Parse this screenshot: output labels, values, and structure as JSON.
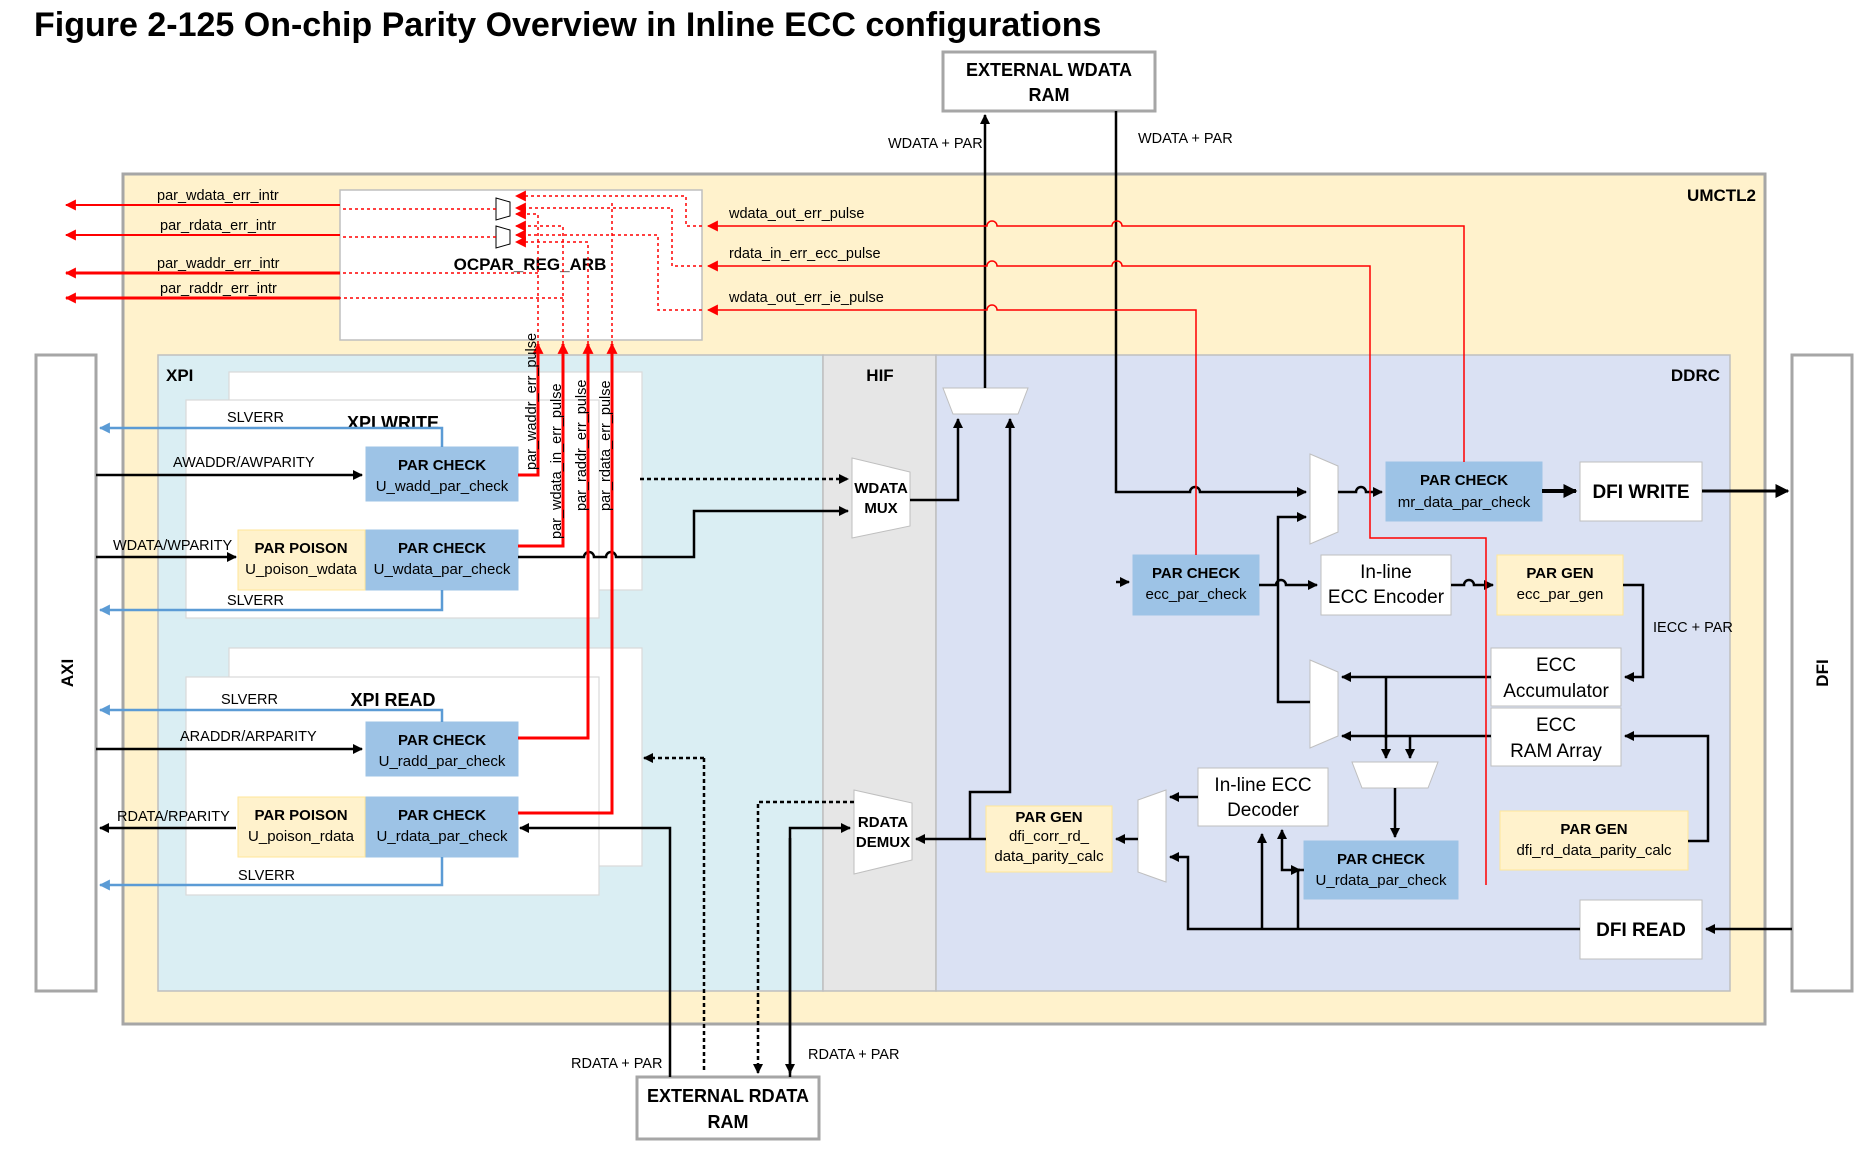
{
  "figure": {
    "title": "Figure 2-125 On-chip Parity Overview in Inline ECC configurations"
  },
  "blocks": {
    "ext_wdata": [
      "EXTERNAL WDATA",
      "RAM"
    ],
    "ext_rdata": [
      "EXTERNAL RDATA",
      "RAM"
    ],
    "umctl2": "UMCTL2",
    "ocpar": "OCPAR_REG_ARB",
    "axi": "AXI",
    "dfi": "DFI",
    "xpi": "XPI",
    "hif": "HIF",
    "ddrc": "DDRC",
    "xpi_write": "XPI WRITE",
    "xpi_read": "XPI READ",
    "par_check_wadd": [
      "PAR CHECK",
      "U_wadd_par_check"
    ],
    "par_check_wdata": [
      "PAR CHECK",
      "U_wdata_par_check"
    ],
    "par_poison_wdata": [
      "PAR POISON",
      "U_poison_wdata"
    ],
    "par_check_radd": [
      "PAR CHECK",
      "U_radd_par_check"
    ],
    "par_check_rdata": [
      "PAR CHECK",
      "U_rdata_par_check"
    ],
    "par_poison_rdata": [
      "PAR POISON",
      "U_poison_rdata"
    ],
    "wdata_mux": [
      "WDATA",
      "MUX"
    ],
    "rdata_demux": [
      "RDATA",
      "DEMUX"
    ],
    "par_check_mr": [
      "PAR CHECK",
      "mr_data_par_check"
    ],
    "dfi_write": "DFI WRITE",
    "dfi_read": "DFI READ",
    "par_check_ecc": [
      "PAR CHECK",
      "ecc_par_check"
    ],
    "ecc_encoder": [
      "In-line",
      "ECC Encoder"
    ],
    "par_gen_ecc": [
      "PAR GEN",
      "ecc_par_gen"
    ],
    "ecc_accum": [
      "ECC",
      "Accumulator"
    ],
    "ecc_ram": [
      "ECC",
      "RAM Array"
    ],
    "ecc_decoder": [
      "In-line ECC",
      "Decoder"
    ],
    "par_check_ddrc_rdata": [
      "PAR CHECK",
      "U_rdata_par_check"
    ],
    "par_gen_dfi_rd": [
      "PAR GEN",
      "dfi_rd_data_parity_calc"
    ],
    "par_gen_corr": [
      "PAR GEN",
      "dfi_corr_rd_",
      "data_parity_calc"
    ]
  },
  "signals": {
    "par_wdata_err_intr": "par_wdata_err_intr",
    "par_rdata_err_intr": "par_rdata_err_intr",
    "par_waddr_err_intr": "par_waddr_err_intr",
    "par_raddr_err_intr": "par_raddr_err_intr",
    "wdata_out_err_pulse": "wdata_out_err_pulse",
    "rdata_in_err_ecc_pulse": "rdata_in_err_ecc_pulse",
    "wdata_out_err_ie_pulse": "wdata_out_err_ie_pulse",
    "par_waddr_err_pulse": "par_waddr_err_pulse",
    "par_wdata_in_err_pulse": "par_wdata_in_err_pulse",
    "par_raddr_err_pulse": "par_raddr_err_pulse",
    "par_rdata_err_pulse": "par_rdata_err_pulse",
    "wdata_par_up": "WDATA + PAR",
    "wdata_par_down": "WDATA + PAR",
    "rdata_par_left": "RDATA + PAR",
    "rdata_par_right": "RDATA + PAR",
    "iecc_par": "IECC + PAR",
    "slverr_1": "SLVERR",
    "slverr_2": "SLVERR",
    "slverr_3": "SLVERR",
    "slverr_4": "SLVERR",
    "awaddr": "AWADDR/AWPARITY",
    "wdata": "WDATA/WPARITY",
    "araddr": "ARADDR/ARPARITY",
    "rdata": "RDATA/RPARITY"
  },
  "colors": {
    "umctl2_bg": "#FFF2CC",
    "xpi_bg": "#DAEEF3",
    "hif_bg": "#E6E6E6",
    "ddrc_bg": "#DAE1F3",
    "par_check": "#9DC3E6",
    "par_gen": "#FFF2CC",
    "error_line": "#FF0000",
    "slverr_line": "#5B9BD5"
  }
}
